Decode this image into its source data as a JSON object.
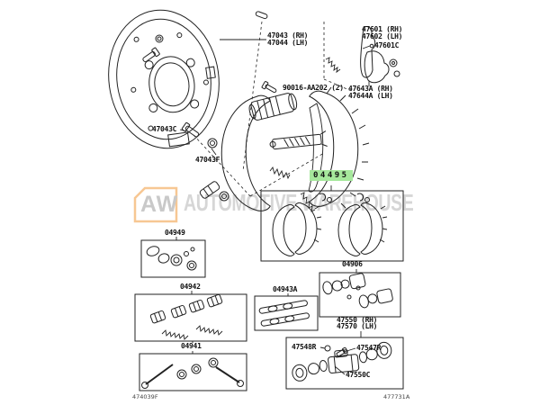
{
  "diagram": {
    "corner_code_left": "474039F",
    "corner_code_right": "477731A",
    "highlight_color": "#a6e89c",
    "watermark": {
      "badge": "AW",
      "text": "AUTOMOTIVE WAREHOUSE"
    },
    "parts": {
      "backing_plate": {
        "line1": "47043 (RH)",
        "line2": "47044 (LH)"
      },
      "brake_crank": {
        "line1": "47601 (RH)",
        "line2": "47602 (LH)"
      },
      "crank_clip": {
        "label": "47601C"
      },
      "mount_bolt": {
        "label": "90016-AA202 (2)"
      },
      "shoe_lever": {
        "line1": "47643A (RH)",
        "line2": "47644A (LH)"
      },
      "plate_bolt": {
        "label": "47043C"
      },
      "plate_nut": {
        "label": "47043F"
      },
      "shoe_kit": {
        "label": "04495"
      },
      "cylinder_kit": {
        "label": "04906"
      },
      "cup_kit": {
        "label": "04949"
      },
      "spring_kit": {
        "label": "04942"
      },
      "pin_kit": {
        "label": "04941"
      },
      "shim_kit": {
        "label": "04943A"
      },
      "wheel_cylinder": {
        "line1": "47550 (RH)",
        "line2": "47570 (LH)"
      },
      "bleeder_cap": {
        "label": "47548R"
      },
      "bleeder_plug": {
        "label": "47547R"
      },
      "cylinder_body": {
        "label": "47550C"
      }
    }
  }
}
